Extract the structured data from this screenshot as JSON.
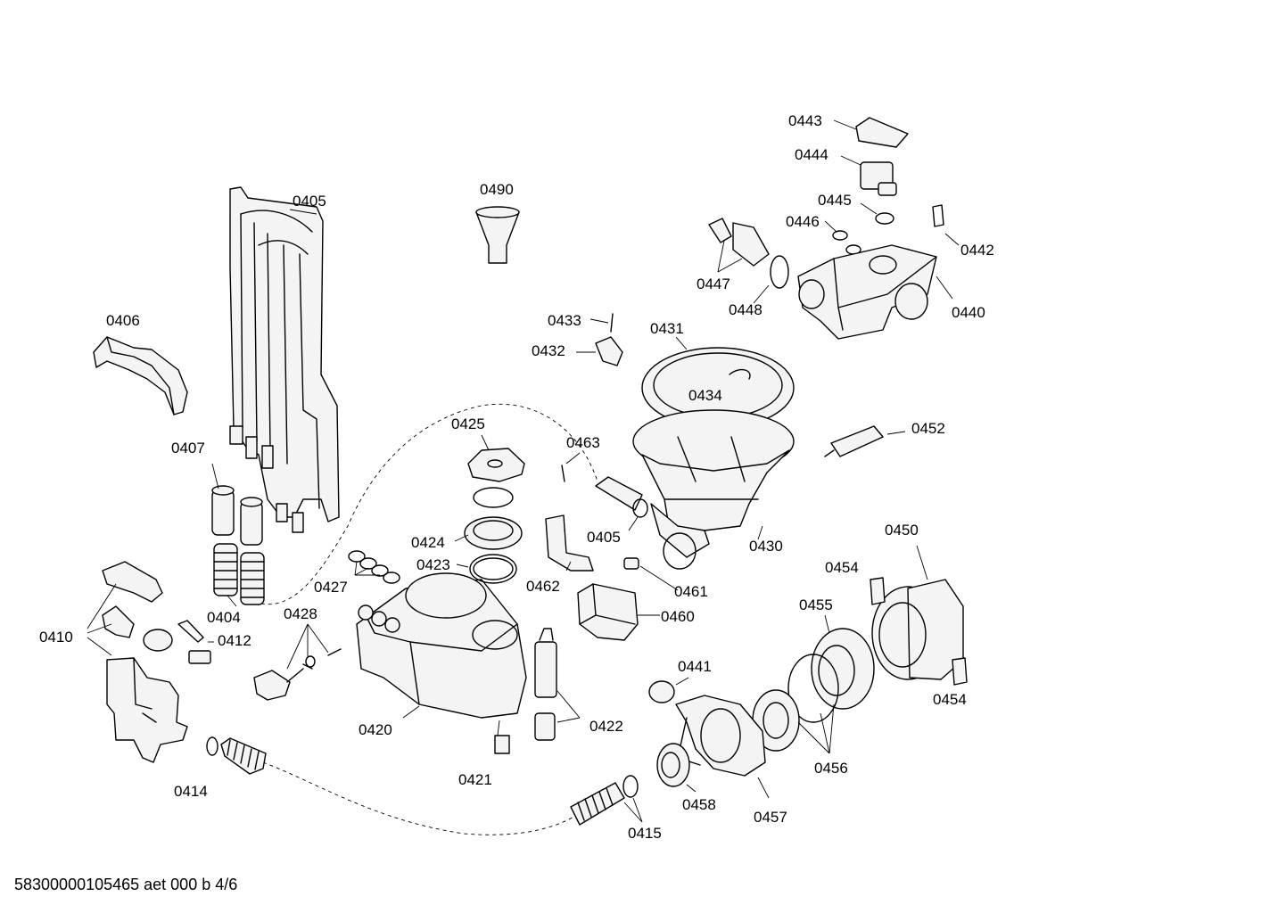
{
  "labels": {
    "l0405a": "0405",
    "l0406": "0406",
    "l0407": "0407",
    "l0404": "0404",
    "l0410": "0410",
    "l0412": "0412",
    "l0414": "0414",
    "l0428": "0428",
    "l0427": "0427",
    "l0420": "0420",
    "l0421": "0421",
    "l0422": "0422",
    "l0423": "0423",
    "l0424": "0424",
    "l0425": "0425",
    "l0463": "0463",
    "l0405b": "0405",
    "l0462": "0462",
    "l0461": "0461",
    "l0460": "0460",
    "l0490": "0490",
    "l0433": "0433",
    "l0432": "0432",
    "l0431": "0431",
    "l0434": "0434",
    "l0430": "0430",
    "l0452": "0452",
    "l0443": "0443",
    "l0444": "0444",
    "l0445": "0445",
    "l0446": "0446",
    "l0442": "0442",
    "l0447": "0447",
    "l0448": "0448",
    "l0440": "0440",
    "l0450": "0450",
    "l0454a": "0454",
    "l0454b": "0454",
    "l0455": "0455",
    "l0456": "0456",
    "l0441": "0441",
    "l0457": "0457",
    "l0458": "0458",
    "l0415": "0415"
  },
  "footer": "58300000105465 aet 000 b 4/6"
}
